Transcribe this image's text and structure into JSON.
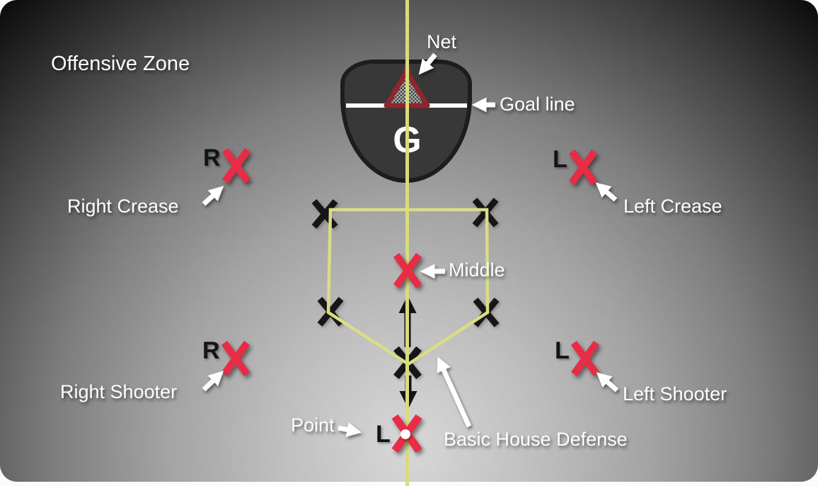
{
  "title": "Offensive Zone",
  "goal": {
    "net_label": "Net",
    "goal_line_label": "Goal line",
    "goalie_letter": "G"
  },
  "positions": {
    "right_crease": {
      "prefix": "R",
      "label": "Right Crease"
    },
    "left_crease": {
      "prefix": "L",
      "label": "Left Crease"
    },
    "middle": {
      "label": "Middle"
    },
    "right_shooter": {
      "prefix": "R",
      "label": "Right Shooter"
    },
    "left_shooter": {
      "prefix": "L",
      "label": "Left Shooter"
    },
    "point": {
      "prefix": "L",
      "label": "Point"
    }
  },
  "annotations": {
    "house_label": "Basic House Defense"
  },
  "colors": {
    "attacker_x_red": "#e92c46",
    "defender_x_black": "#161616",
    "house_line_yellow": "#dadd85",
    "center_line_yellow": "#d9dc7c",
    "net_triangle_red": "#8e2630",
    "goal_crease_fill": "#383838",
    "label_text": "#ffffff"
  }
}
